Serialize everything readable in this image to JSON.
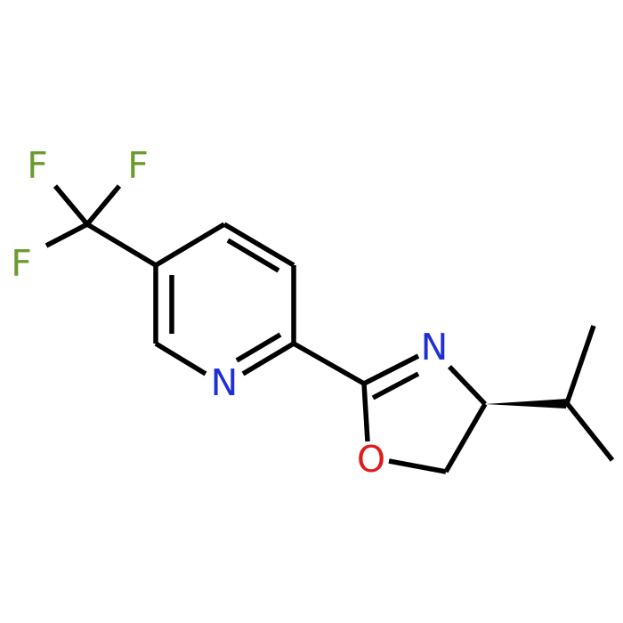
{
  "colors": {
    "bond": "#000000",
    "fluorine": "#6b9b2e",
    "nitrogen": "#1f2fd6",
    "oxygen": "#e01b1b",
    "background": "#ffffff"
  },
  "atoms": {
    "f1": "F",
    "f2": "F",
    "f3": "F",
    "n_pyridine": "N",
    "n_oxazoline": "N",
    "o_oxazoline": "O"
  }
}
